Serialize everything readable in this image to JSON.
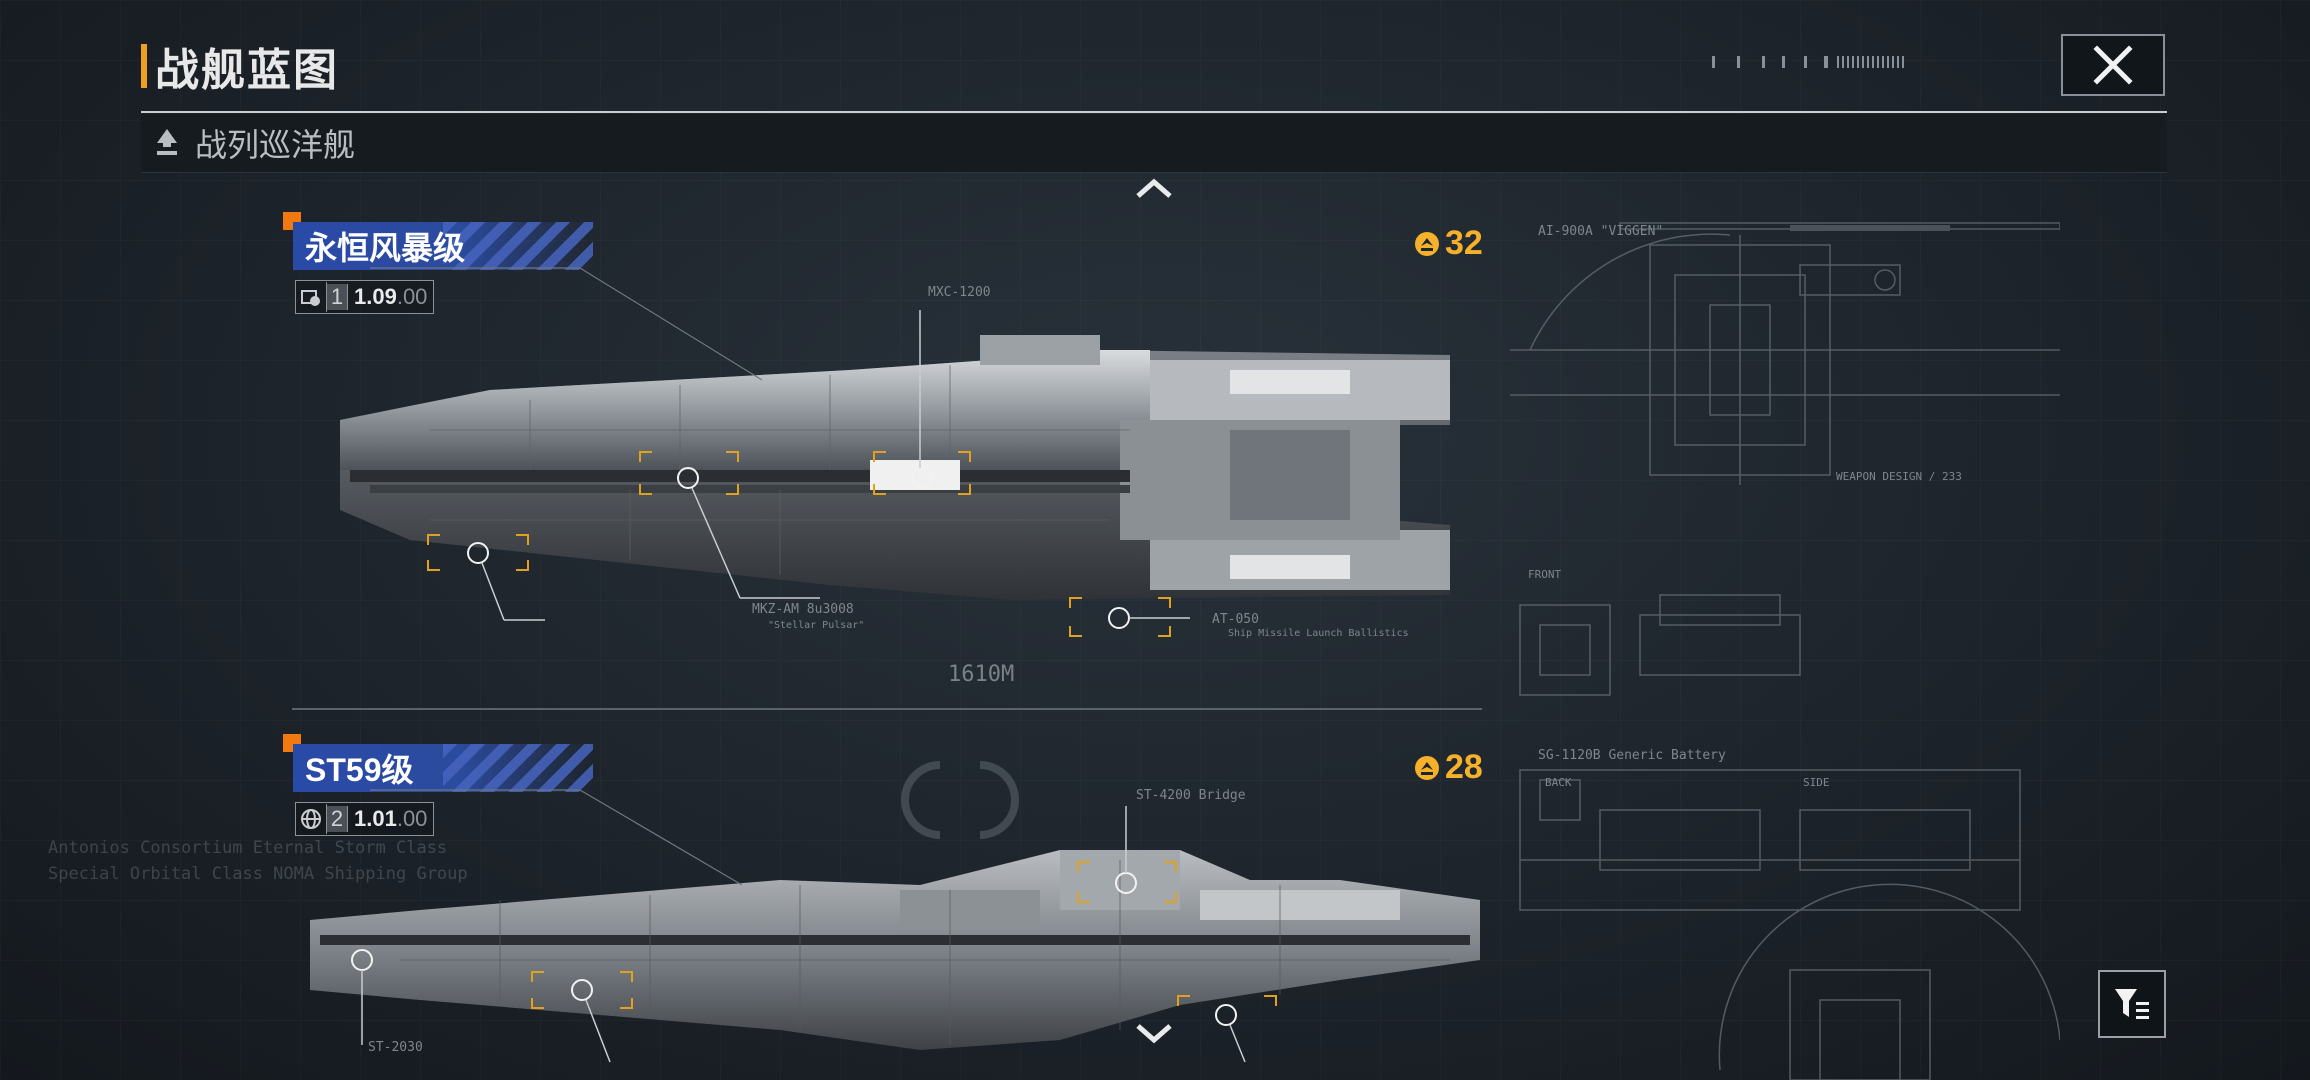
{
  "header": {
    "title": "战舰蓝图"
  },
  "tab": {
    "label": "战列巡洋舰"
  },
  "ships": [
    {
      "name": "永恒风暴级",
      "tier": "1",
      "version_main": "1.09",
      "version_sub": ".00",
      "cost": "32",
      "length_label": "1610M",
      "callouts": [
        "MXC-1200",
        "MKZ-AM 8u3008",
        "\"Stellar Pulsar\"",
        "AT-050",
        "Ship Missile Launch Ballistics"
      ],
      "blueprint_label": "AI-900A \"VIGGEN\""
    },
    {
      "name": "ST59级",
      "tier": "2",
      "version_main": "1.01",
      "version_sub": ".00",
      "cost": "28",
      "callouts": [
        "ST-4200 Bridge",
        "ST-2030"
      ],
      "blueprint_label": "SG-1120B Generic Battery"
    }
  ],
  "background_text": {
    "line1": "Antonios Consortium Eternal Storm Class",
    "line2": "Special Orbital Class NOMA Shipping Group",
    "side_labels": [
      "BACK",
      "SIDE",
      "FRONT",
      "WEAPON DESIGN / 233"
    ]
  },
  "colors": {
    "accent_orange": "#f07a10",
    "cost_gold": "#f6b12a",
    "name_plate_blue": "#2a4aa8",
    "background": "#1e252d"
  },
  "icons": {
    "close": "close-icon",
    "tab": "battlecruiser-class-icon",
    "cost": "cost-icon",
    "filter": "filter-icon",
    "scroll_up": "chevron-up-icon",
    "scroll_down": "chevron-down-icon"
  }
}
